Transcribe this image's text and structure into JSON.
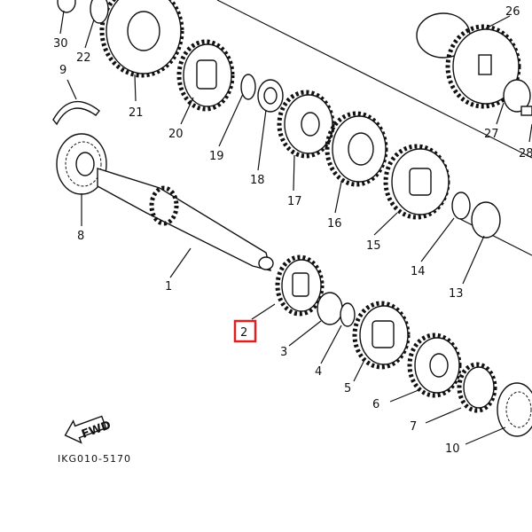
{
  "diagram": {
    "labels": {
      "p30": "30",
      "p22": "22",
      "p21": "21",
      "p20": "20",
      "p19": "19",
      "p18": "18",
      "p17": "17",
      "p16": "16",
      "p15": "15",
      "p14": "14",
      "p13": "13",
      "p9": "9",
      "p8": "8",
      "p1": "1",
      "p2": "2",
      "p3": "3",
      "p4": "4",
      "p5": "5",
      "p6": "6",
      "p7": "7",
      "p10": "10",
      "p26": "26",
      "p27": "27",
      "p28": "28"
    },
    "fwd_label": "FWD",
    "drawing_code": "IKG010-5170",
    "highlighted_part": "2",
    "highlight_color": "#e02020"
  }
}
